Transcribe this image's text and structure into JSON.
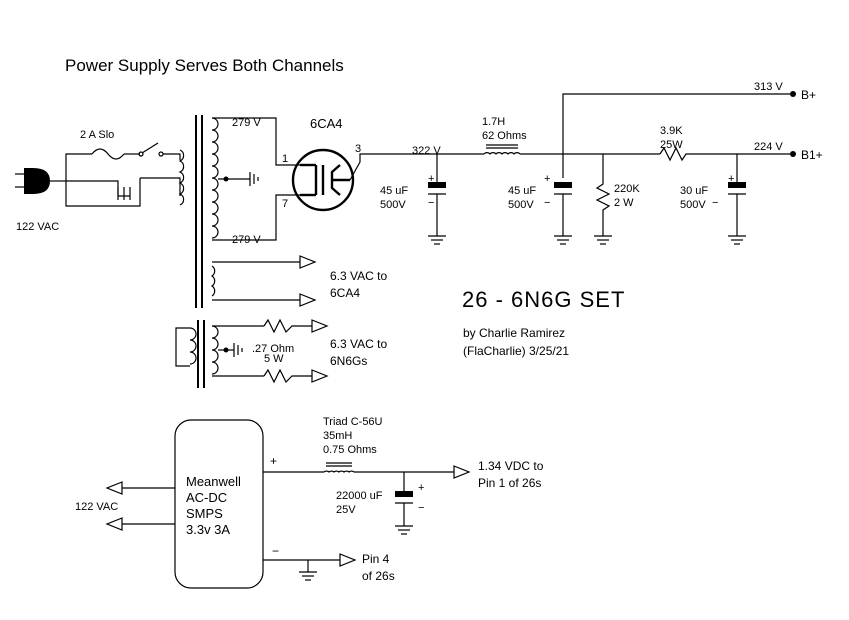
{
  "title": "Power Supply Serves Both Channels",
  "mains": {
    "voltage_label": "122 VAC",
    "fuse_label": "2 A Slo"
  },
  "transformer": {
    "secondary_top_voltage": "279 V",
    "secondary_bottom_voltage": "279 V",
    "heater_6ca4_label_line1": "6.3 VAC to",
    "heater_6ca4_label_line2": "6CA4",
    "heater_6n6g_label_line1": "6.3 VAC to",
    "heater_6n6g_label_line2": "6N6Gs",
    "resistor_value_line1": ".27 Ohm",
    "resistor_value_line2": "5 W"
  },
  "rectifier": {
    "tube_name": "6CA4",
    "pin1": "1",
    "pin3": "3",
    "pin7": "7"
  },
  "filter": {
    "node1_voltage": "322 V",
    "cap1_line1": "45 uF",
    "cap1_line2": "500V",
    "choke_line1": "1.7H",
    "choke_line2": "62 Ohms",
    "cap2_line1": "45 uF",
    "cap2_line2": "500V",
    "bleeder_line1": "220K",
    "bleeder_line2": "2 W",
    "resistor_line1": "3.9K",
    "resistor_line2": "25W",
    "cap3_line1": "30 uF",
    "cap3_line2": "500V",
    "bplus_voltage": "313 V",
    "bplus_label": "B+",
    "b1plus_voltage": "224 V",
    "b1plus_label": "B1+"
  },
  "project": {
    "name": "26 - 6N6G SET",
    "author_line1": "by Charlie Ramirez",
    "author_line2": "(FlaCharlie) 3/25/21"
  },
  "smps": {
    "input_label_line1": "122 VAC",
    "box_line1": "Meanwell",
    "box_line2": "AC-DC",
    "box_line3": "SMPS",
    "box_line4": "3.3v  3A",
    "plus": "+",
    "minus": "−",
    "choke_line1": "Triad C-56U",
    "choke_line2": "35mH",
    "choke_line3": "0.75 Ohms",
    "cap_line1": "22000 uF",
    "cap_line2": "25V",
    "out_plus_line1": "1.34 VDC to",
    "out_plus_line2": "Pin 1 of 26s",
    "out_minus_line1": "Pin 4",
    "out_minus_line2": "of 26s"
  },
  "polarity": {
    "plus": "+",
    "minus": "−"
  }
}
